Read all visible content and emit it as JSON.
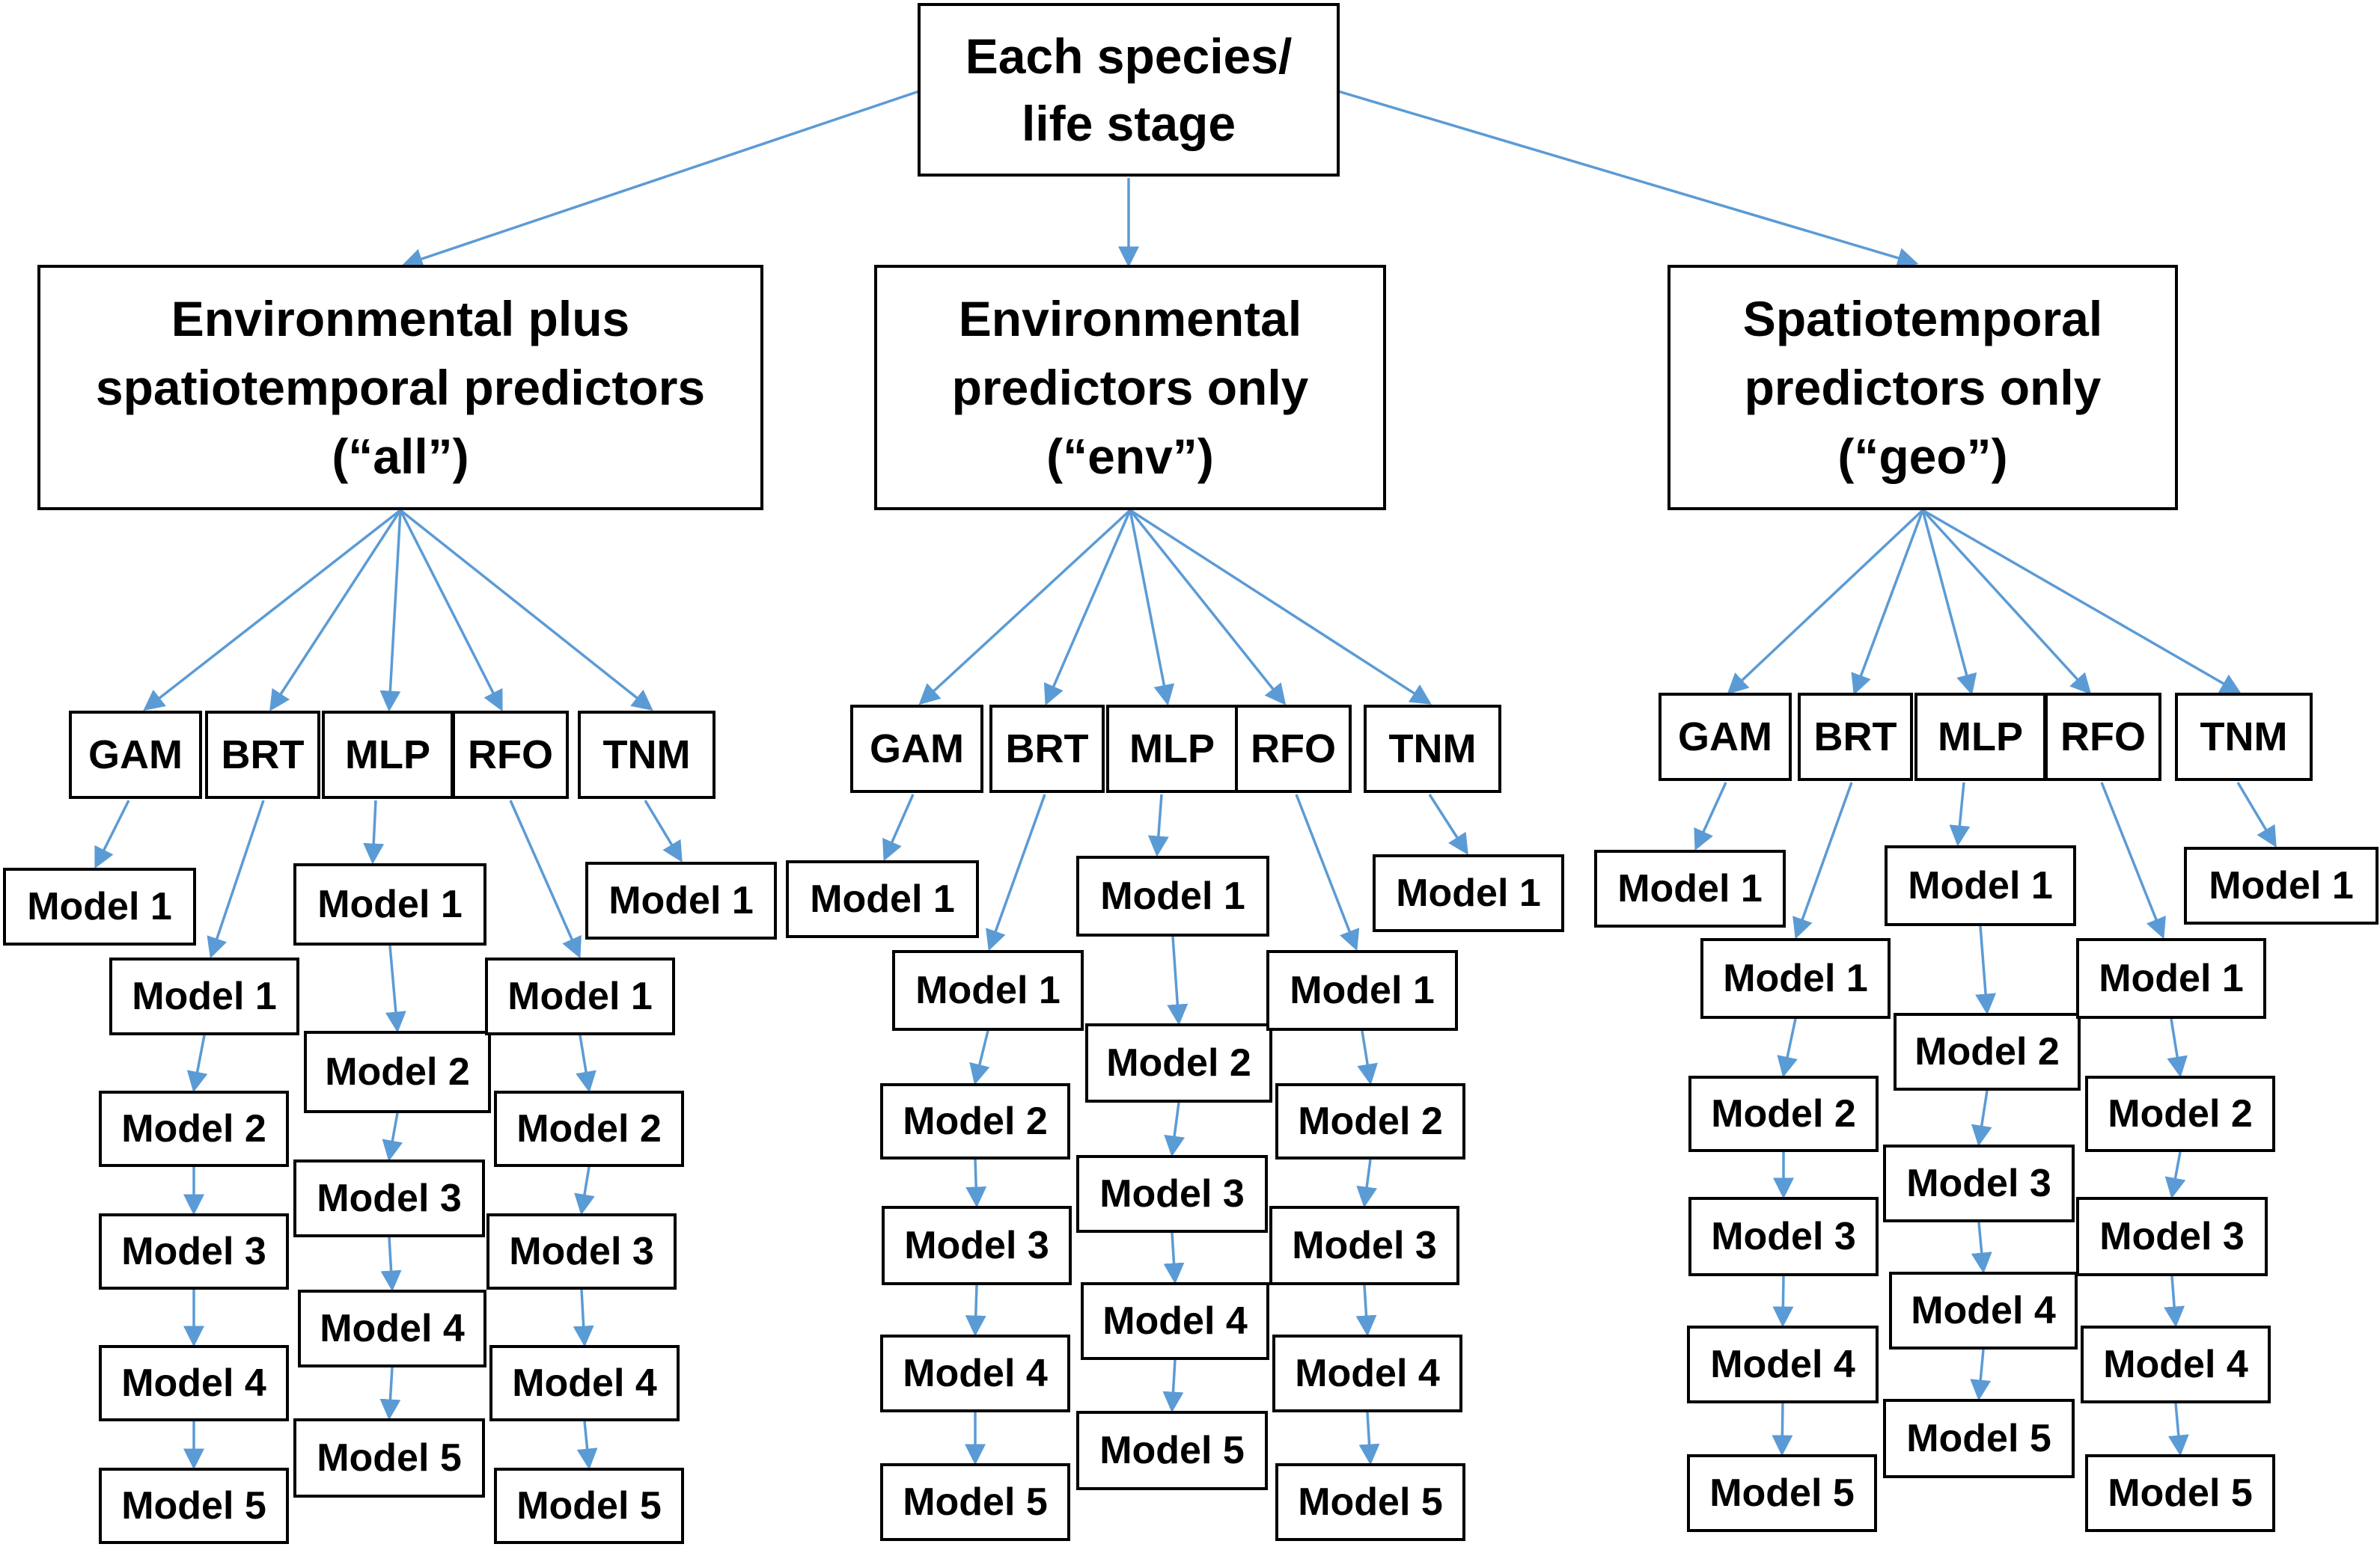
{
  "root": {
    "lines": [
      "Each species/",
      "life stage"
    ]
  },
  "groups": [
    {
      "id": "all",
      "lines": [
        "Environmental plus",
        "spatiotemporal predictors",
        "(“all”)"
      ],
      "methods": [
        {
          "label": "GAM",
          "models": [
            "Model 1"
          ]
        },
        {
          "label": "BRT",
          "models": [
            "Model 1",
            "Model 2",
            "Model 3",
            "Model 4",
            "Model 5"
          ]
        },
        {
          "label": "MLP",
          "models": [
            "Model 1",
            "Model 2",
            "Model 3",
            "Model 4",
            "Model 5"
          ]
        },
        {
          "label": "RFO",
          "models": [
            "Model 1",
            "Model 2",
            "Model 3",
            "Model 4",
            "Model 5"
          ]
        },
        {
          "label": "TNM",
          "models": [
            "Model 1"
          ]
        }
      ]
    },
    {
      "id": "env",
      "lines": [
        "Environmental",
        "predictors only",
        "(“env”)"
      ],
      "methods": [
        {
          "label": "GAM",
          "models": [
            "Model 1"
          ]
        },
        {
          "label": "BRT",
          "models": [
            "Model 1",
            "Model 2",
            "Model 3",
            "Model 4",
            "Model 5"
          ]
        },
        {
          "label": "MLP",
          "models": [
            "Model 1",
            "Model 2",
            "Model 3",
            "Model 4",
            "Model 5"
          ]
        },
        {
          "label": "RFO",
          "models": [
            "Model 1",
            "Model 2",
            "Model 3",
            "Model 4",
            "Model 5"
          ]
        },
        {
          "label": "TNM",
          "models": [
            "Model 1"
          ]
        }
      ]
    },
    {
      "id": "geo",
      "lines": [
        "Spatiotemporal",
        "predictors only",
        "(“geo”)"
      ],
      "methods": [
        {
          "label": "GAM",
          "models": [
            "Model 1"
          ]
        },
        {
          "label": "BRT",
          "models": [
            "Model 1",
            "Model 2",
            "Model 3",
            "Model 4",
            "Model 5"
          ]
        },
        {
          "label": "MLP",
          "models": [
            "Model 1",
            "Model 2",
            "Model 3",
            "Model 4",
            "Model 5"
          ]
        },
        {
          "label": "RFO",
          "models": [
            "Model 1",
            "Model 2",
            "Model 3",
            "Model 4",
            "Model 5"
          ]
        },
        {
          "label": "TNM",
          "models": [
            "Model 1"
          ]
        }
      ]
    }
  ],
  "colors": {
    "arrow": "#5b9bd5",
    "box_border": "#000000",
    "box_fill": "#ffffff",
    "text": "#000000"
  }
}
